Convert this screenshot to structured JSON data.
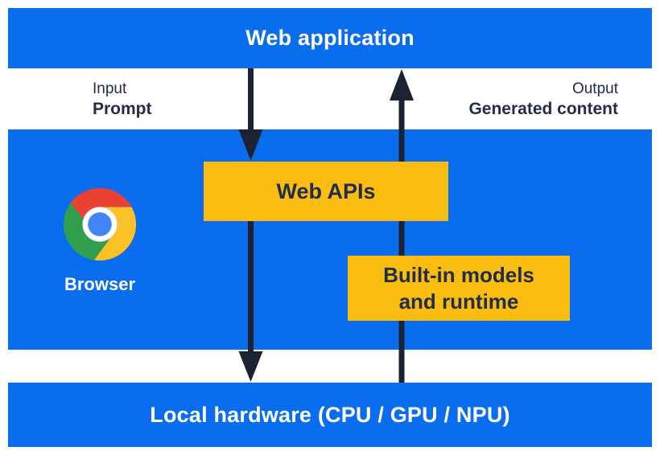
{
  "diagram": {
    "top_bar": {
      "label": "Web application"
    },
    "io_labels": {
      "input_title": "Input",
      "input_value": "Prompt",
      "output_title": "Output",
      "output_value": "Generated content"
    },
    "browser_panel": {
      "browser_label": "Browser",
      "web_apis_label": "Web APIs",
      "builtin_label_line1": "Built-in models",
      "builtin_label_line2": "and runtime"
    },
    "bottom_bar": {
      "label": "Local hardware (CPU / GPU / NPU)"
    },
    "icons": {
      "chrome_logo": "chrome-logo-icon",
      "down_arrow": "prompt-flow-down-arrow",
      "up_arrow": "generated-content-up-arrow"
    },
    "colors": {
      "panel_blue": "#0A6DED",
      "box_yellow": "#FBBC12",
      "arrow_navy": "#1A2234",
      "text_navy": "#222D47",
      "chrome_red": "#E94235",
      "chrome_green": "#30A04E",
      "chrome_yellow": "#FCC125",
      "chrome_blue": "#4285F4"
    }
  }
}
